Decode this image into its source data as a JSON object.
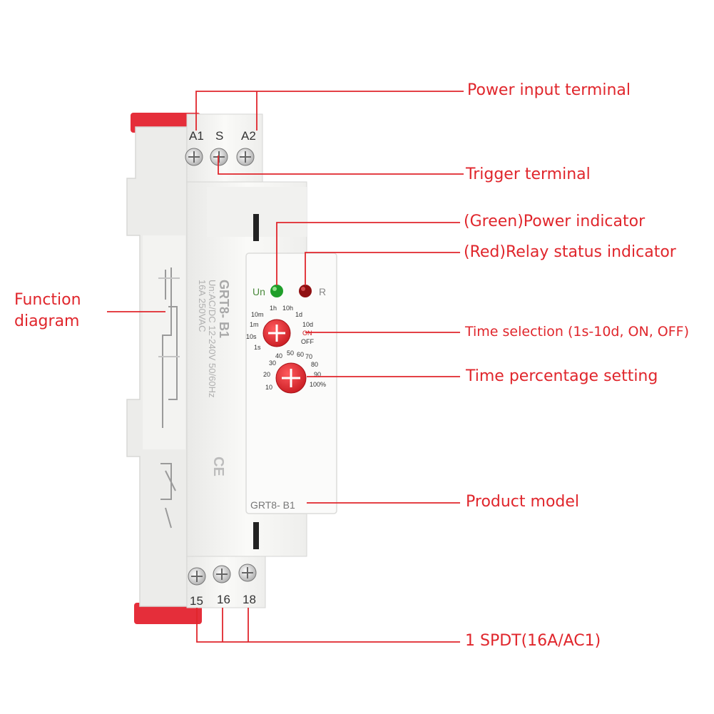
{
  "device": {
    "terminals_top": [
      "A1",
      "S",
      "A2"
    ],
    "terminals_bottom": [
      "15",
      "16",
      "18"
    ],
    "indicator_labels": {
      "power": "Un",
      "relay": "R"
    },
    "time_range_labels": [
      "1h",
      "10h",
      "10m",
      "1d",
      "1m",
      "10d",
      "10s",
      "ON",
      "1s",
      "OFF"
    ],
    "percent_labels": [
      "40",
      "50",
      "60",
      "70",
      "30",
      "80",
      "20",
      "90",
      "10",
      "100%"
    ],
    "model_label": "GRT8- B1",
    "side_label_model": "GRT8- B1",
    "side_label_specs": [
      "Un:AC/DC 12-240V 50/60Hz",
      "16A 250VAC"
    ],
    "side_label_mark": "CE",
    "colors": {
      "callout": "#e0262c",
      "knob": "#e3232a",
      "din_clip": "#e52e3a",
      "power_led": "#1f9e2a",
      "relay_led": "#8f1012",
      "housing": "#f7f7f5"
    }
  },
  "callouts": {
    "power_input": "Power input terminal",
    "trigger": "Trigger terminal",
    "power_indicator": "(Green)Power indicator",
    "relay_indicator": "(Red)Relay status indicator",
    "function_diagram": "Function\ndiagram",
    "time_selection": "Time selection (1s-10d, ON, OFF)",
    "time_percentage": "Time percentage setting",
    "product_model": "Product model",
    "contact": "1 SPDT(16A/AC1)"
  }
}
